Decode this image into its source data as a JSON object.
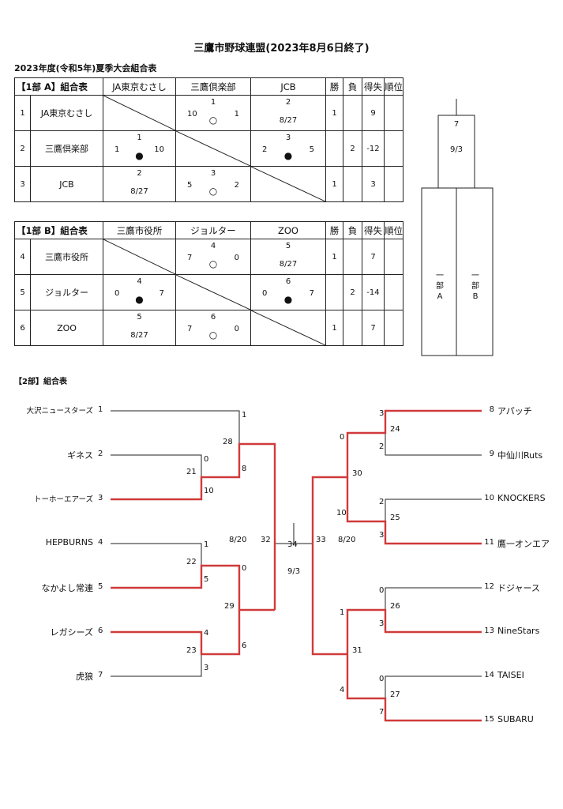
{
  "title": "三鷹市野球連盟(2023年8月6日終了)",
  "subtitle": "2023年度(令和5年)夏季大会組合表",
  "col_labels": {
    "win": "勝",
    "loss": "負",
    "diff": "得失",
    "rank": "順位"
  },
  "groupA": {
    "label": "【1部 A】組合表",
    "teams": [
      "JA東京むさし",
      "三鷹倶楽部",
      "JCB"
    ],
    "rows": [
      {
        "no": "1",
        "name": "JA東京むさし",
        "win": "1",
        "loss": "",
        "diff": "9",
        "rank": ""
      },
      {
        "no": "2",
        "name": "三鷹倶楽部",
        "win": "",
        "loss": "2",
        "diff": "-12",
        "rank": ""
      },
      {
        "no": "3",
        "name": "JCB",
        "win": "1",
        "loss": "",
        "diff": "3",
        "rank": ""
      }
    ],
    "cells": {
      "r0c1": {
        "game": "1",
        "l": "10",
        "r": "1",
        "mark": "○",
        "date": ""
      },
      "r0c2": {
        "game": "2",
        "l": "",
        "r": "",
        "mark": "",
        "date": "8/27"
      },
      "r1c0": {
        "game": "1",
        "l": "1",
        "r": "10",
        "mark": "●",
        "date": ""
      },
      "r1c2": {
        "game": "3",
        "l": "2",
        "r": "5",
        "mark": "●",
        "date": ""
      },
      "r2c0": {
        "game": "2",
        "l": "",
        "r": "",
        "mark": "",
        "date": "8/27"
      },
      "r2c1": {
        "game": "3",
        "l": "5",
        "r": "2",
        "mark": "○",
        "date": ""
      }
    }
  },
  "groupB": {
    "label": "【1部 B】組合表",
    "teams": [
      "三鷹市役所",
      "ジョルター",
      "ZOO"
    ],
    "rows": [
      {
        "no": "4",
        "name": "三鷹市役所",
        "win": "1",
        "loss": "",
        "diff": "7",
        "rank": ""
      },
      {
        "no": "5",
        "name": "ジョルター",
        "win": "",
        "loss": "2",
        "diff": "-14",
        "rank": ""
      },
      {
        "no": "6",
        "name": "ZOO",
        "win": "1",
        "loss": "",
        "diff": "7",
        "rank": ""
      }
    ],
    "cells": {
      "r0c1": {
        "game": "4",
        "l": "7",
        "r": "0",
        "mark": "○",
        "date": ""
      },
      "r0c2": {
        "game": "5",
        "l": "",
        "r": "",
        "mark": "",
        "date": "8/27"
      },
      "r1c0": {
        "game": "4",
        "l": "0",
        "r": "7",
        "mark": "●",
        "date": ""
      },
      "r1c2": {
        "game": "6",
        "l": "0",
        "r": "7",
        "mark": "●",
        "date": ""
      },
      "r2c0": {
        "game": "5",
        "l": "",
        "r": "",
        "mark": "",
        "date": "8/27"
      },
      "r2c1": {
        "game": "6",
        "l": "7",
        "r": "0",
        "mark": "○",
        "date": ""
      }
    }
  },
  "final1": {
    "game": "7",
    "date": "9/3",
    "left": "一\n部\nA",
    "right": "一\n部\nB"
  },
  "section2_label": "【2部】組合表",
  "bracket_left": [
    {
      "name": "大沢ニュースターズ",
      "no": "1"
    },
    {
      "name": "ギネス",
      "no": "2"
    },
    {
      "name": "トーホーエアーズ",
      "no": "3"
    },
    {
      "name": "HEPBURNS",
      "no": "4"
    },
    {
      "name": "なかよし常連",
      "no": "5"
    },
    {
      "name": "レガシーズ",
      "no": "6"
    },
    {
      "name": "虎狼",
      "no": "7"
    }
  ],
  "bracket_right": [
    {
      "no": "8",
      "name": "アパッチ"
    },
    {
      "no": "9",
      "name": "中仙川Ruts"
    },
    {
      "no": "10",
      "name": "KNOCKERS"
    },
    {
      "no": "11",
      "name": "鷹一オンエア"
    },
    {
      "no": "12",
      "name": "ドジャース"
    },
    {
      "no": "13",
      "name": "NineStars"
    },
    {
      "no": "14",
      "name": "TAISEI"
    },
    {
      "no": "15",
      "name": "SUBARU"
    }
  ],
  "bracket_labels": {
    "s1": "1",
    "g21": "21",
    "s0a": "0",
    "s10": "10",
    "g28": "28",
    "s8": "8",
    "s1b": "1",
    "g22": "22",
    "s5": "5",
    "s0b": "0",
    "g29": "29",
    "s6": "6",
    "s4": "4",
    "g23": "23",
    "s3": "3",
    "date_l": "8/20",
    "g32": "32",
    "g34": "34",
    "date_f": "9/3",
    "g33": "33",
    "date_r": "8/20",
    "r3a": "3",
    "g24": "24",
    "r2a": "2",
    "r0a": "0",
    "g30": "30",
    "r10": "10",
    "r2b": "2",
    "g25": "25",
    "r3b": "3",
    "r0b": "0",
    "g26": "26",
    "r3c": "3",
    "r1": "1",
    "g31": "31",
    "r4": "4",
    "r0c": "0",
    "g27": "27",
    "r7": "7"
  },
  "colors": {
    "win_line": "#d03a3a",
    "line": "#222222"
  }
}
